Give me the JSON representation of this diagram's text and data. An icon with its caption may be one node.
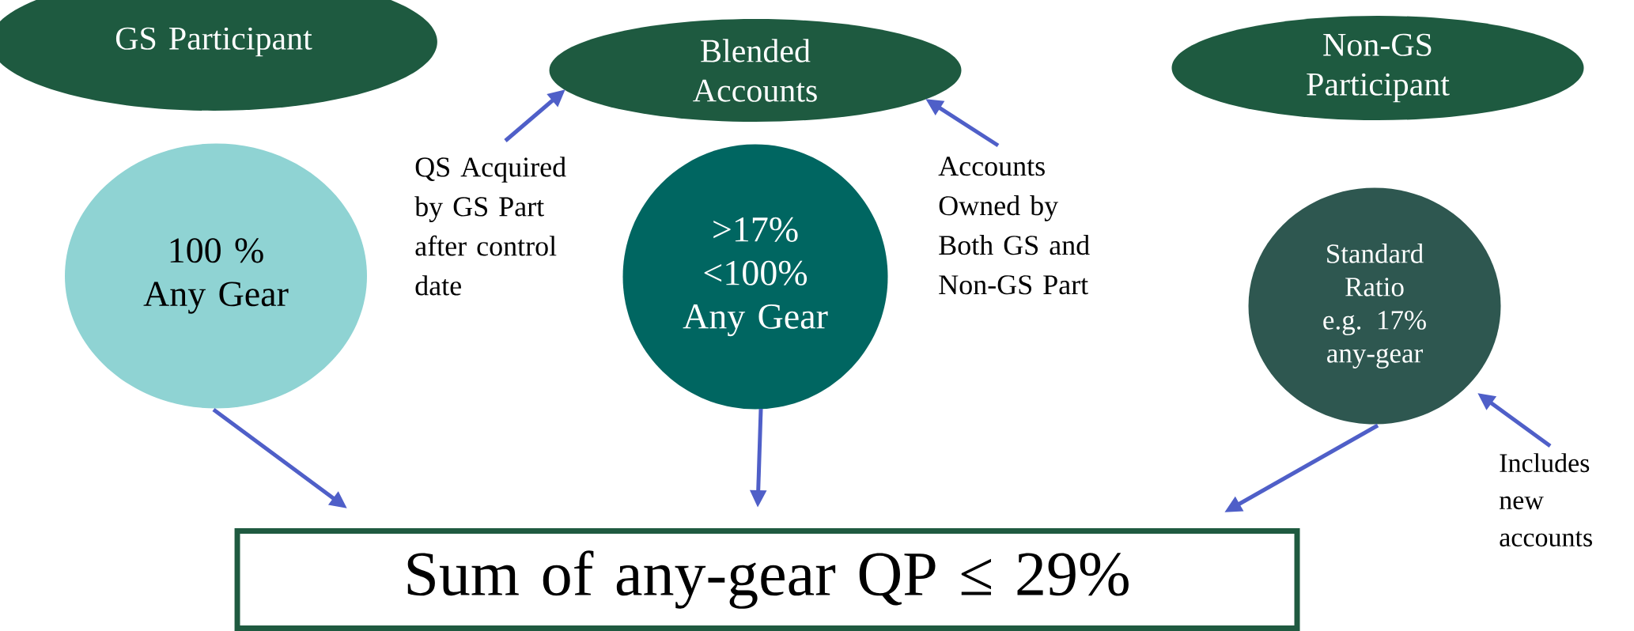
{
  "diagram": {
    "nodes": [
      {
        "text": [
          "GS Participant"
        ]
      },
      {
        "text": [
          "Blended Accounts"
        ]
      },
      {
        "text": [
          "Non-GS Participant"
        ]
      },
      {
        "text": [
          "100 % Any Gear"
        ]
      },
      {
        "text": [
          ">17% <100% Any Gear"
        ]
      },
      {
        "text": [
          "Standard Ratio e.g. 17% any-gear"
        ]
      },
      {
        "text": [
          "QS Acquired by GS Part after control date"
        ]
      },
      {
        "text": [
          "Accounts Owned by Both GS and Non-GS Part"
        ]
      },
      {
        "text": [
          "Includes new accounts"
        ]
      },
      {
        "text": [
          "Sum of any-gear QP ≤ 29%"
        ]
      }
    ],
    "edges": [
      {
        "from": 3,
        "to": 9,
        "arrow": "to"
      },
      {
        "from": 4,
        "to": 9,
        "arrow": "to"
      },
      {
        "from": 5,
        "to": 9,
        "arrow": "to"
      },
      {
        "from": 6,
        "to": 1,
        "arrow": "to"
      },
      {
        "from": 7,
        "to": 1,
        "arrow": "to"
      },
      {
        "from": 8,
        "to": 5,
        "arrow": "to"
      }
    ]
  }
}
